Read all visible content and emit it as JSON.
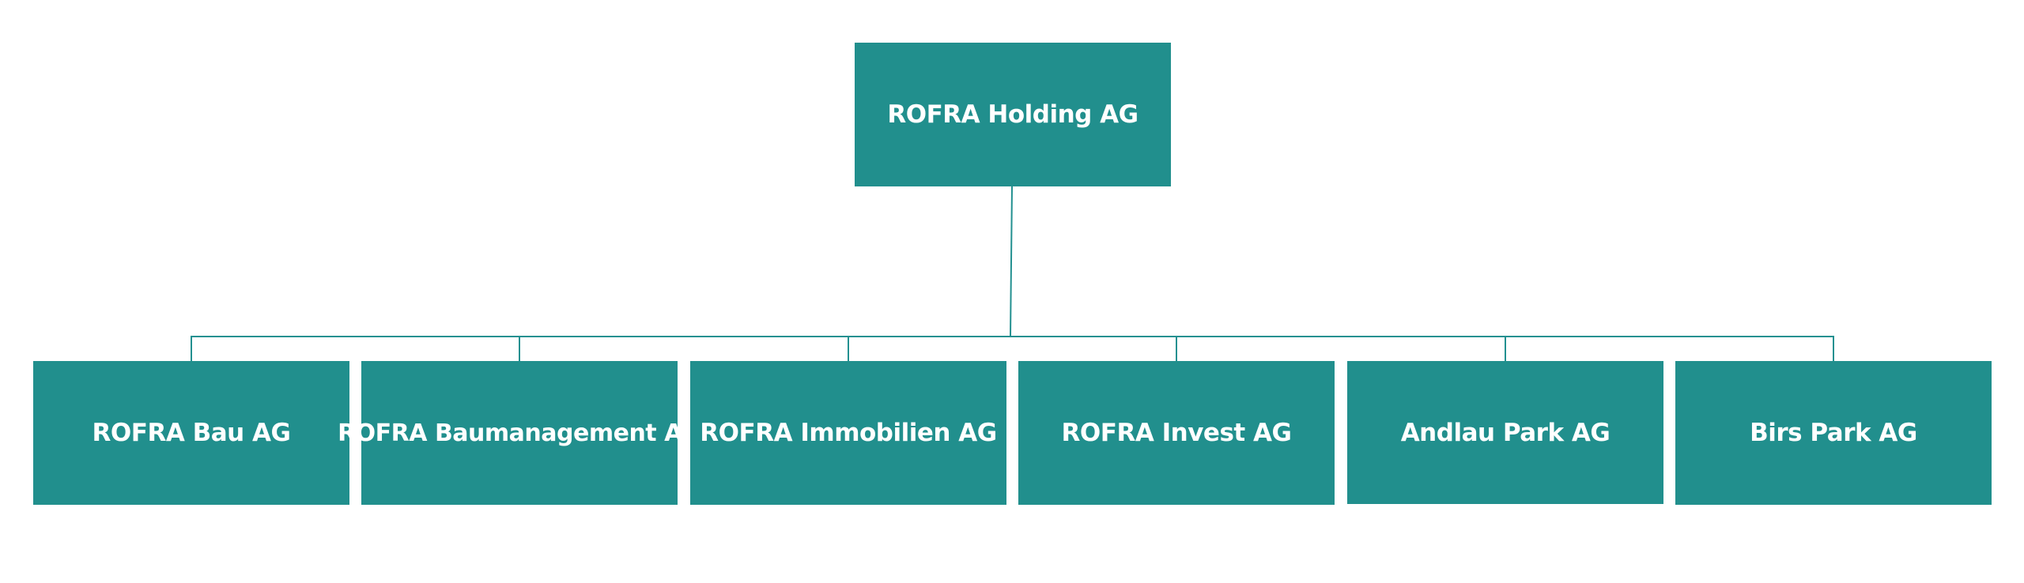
{
  "diagram": {
    "type": "org-chart",
    "color": "#218f8d",
    "root": {
      "label": "ROFRA Holding AG"
    },
    "children": [
      {
        "label": "ROFRA Bau AG"
      },
      {
        "label": "ROFRA Baumanagement AG"
      },
      {
        "label": "ROFRA Immobilien AG"
      },
      {
        "label": "ROFRA Invest AG"
      },
      {
        "label": "Andlau Park AG"
      },
      {
        "label": "Birs Park AG"
      }
    ]
  }
}
